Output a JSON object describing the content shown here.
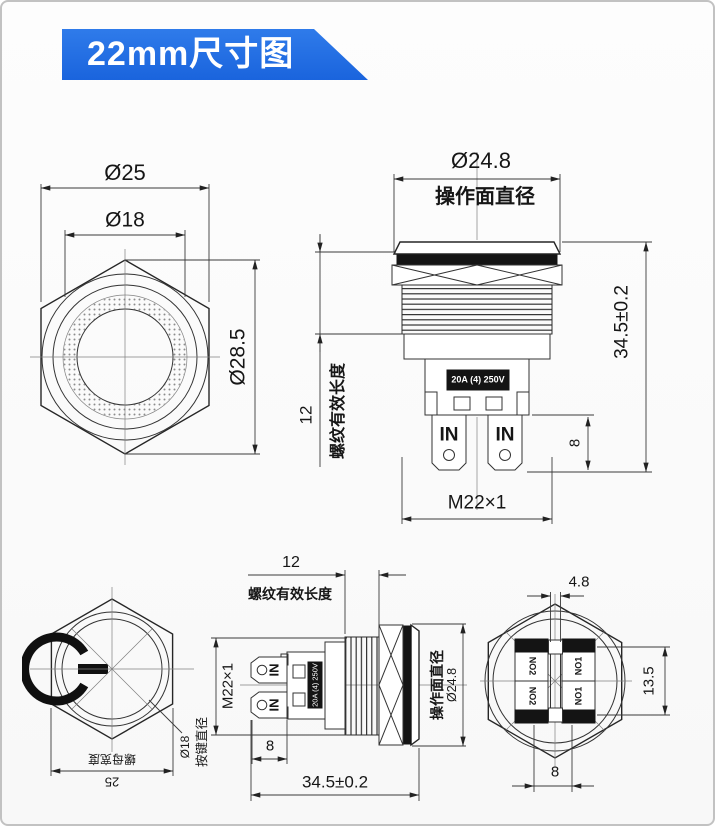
{
  "banner": {
    "title": "22mm尺寸图",
    "accent_color": "#1d6ce2"
  },
  "front_view": {
    "dia_outer": "Ø25",
    "dia_inner": "Ø18",
    "dia_corner": "Ø28.5"
  },
  "side_view": {
    "dia_face_value": "Ø24.8",
    "dia_face_label": "操作面直径",
    "total_height": "34.5±0.2",
    "thread_length": "12",
    "thread_length_label": "螺纹有效长度",
    "terminal_height": "8",
    "thread_spec": "M22×1",
    "rating": "20A (4) 250V",
    "terminal_in_left": "IN",
    "terminal_in_right": "IN"
  },
  "bottom_front_view": {
    "nut_width_label": "螺母宽度",
    "nut_width": "25",
    "button_dia": "Ø18",
    "button_dia_label": "按键直径"
  },
  "bottom_side_view": {
    "thread_length": "12",
    "thread_length_label": "螺纹有效长度",
    "thread_spec": "M22×1",
    "rating": "20A (4) 250V",
    "terminal_in_top": "IN",
    "terminal_in_bottom": "IN",
    "dia_face_label": "操作面直径",
    "dia_face_value": "Ø24.8",
    "terminal_height": "8",
    "total_height": "34.5±0.2"
  },
  "rear_view": {
    "slot_width": "4.8",
    "terminal_span": "13.5",
    "terminal_pitch": "8",
    "terminal_no2_top": "NO2",
    "terminal_no2_bottom": "NO2",
    "terminal_no1_top": "NO1",
    "terminal_no1_bottom": "NO1"
  }
}
